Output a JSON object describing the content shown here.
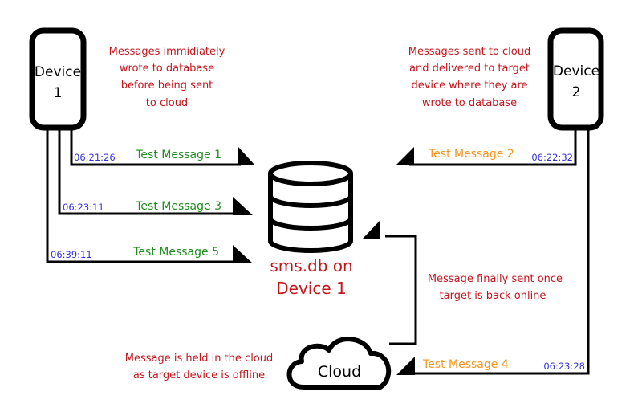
{
  "device1": {
    "line1": "Device",
    "line2": "1"
  },
  "device2": {
    "line1": "Device",
    "line2": "2"
  },
  "database": {
    "line1": "sms.db on",
    "line2": "Device 1"
  },
  "cloud": {
    "label": "Cloud"
  },
  "notes": {
    "device1": [
      "Messages immidiately",
      "wrote to database",
      "before being sent",
      "to cloud"
    ],
    "device2": [
      "Messages sent to cloud",
      "and delivered to target",
      "device where they are",
      "wrote to database"
    ],
    "cloud_hold": [
      "Message is held in the cloud",
      "as target device is offline"
    ],
    "cloud_send": [
      "Message finally sent once",
      "target is back online"
    ]
  },
  "messages": [
    {
      "label": "Test Message 1",
      "time": "06:21:26"
    },
    {
      "label": "Test Message 2",
      "time": "06:22:32"
    },
    {
      "label": "Test Message 3",
      "time": "06:23:11"
    },
    {
      "label": "Test Message 4",
      "time": "06:23:28"
    },
    {
      "label": "Test Message 5",
      "time": "06:39:11"
    }
  ],
  "colors": {
    "note": "#c4161c",
    "device1_message": "#1e8c1e",
    "device2_message": "#f7941d",
    "timestamp": "#3333dd"
  }
}
